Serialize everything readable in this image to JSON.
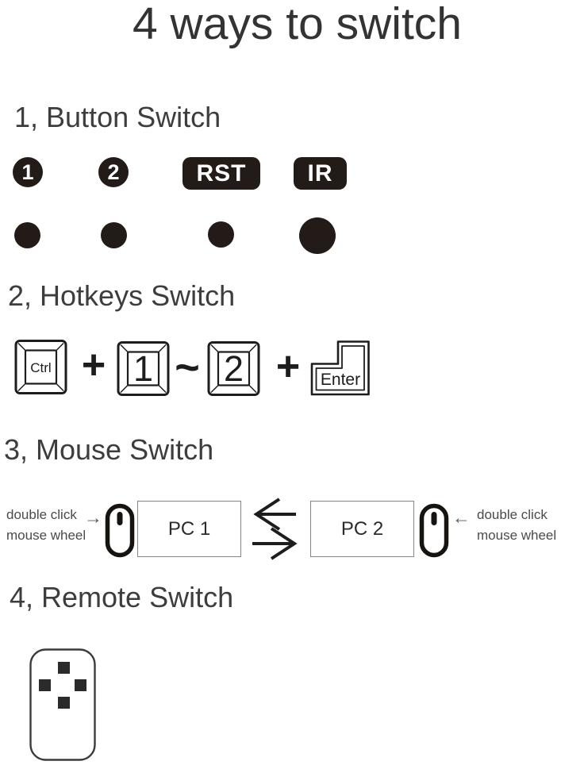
{
  "title": "4 ways to switch",
  "colors": {
    "ink": "#221b17",
    "heading_text": "#3d3d3d",
    "caption_text": "#4a4a4a",
    "box_border": "#858585",
    "background": "#ffffff"
  },
  "button_switch": {
    "heading": "1, Button Switch",
    "buttons": [
      {
        "label": "1",
        "shape": "circle"
      },
      {
        "label": "2",
        "shape": "circle"
      },
      {
        "label": "RST",
        "shape": "rounded-rect"
      },
      {
        "label": "IR",
        "shape": "rounded-rect"
      }
    ],
    "indicator_dots": [
      "small",
      "small",
      "small",
      "large"
    ]
  },
  "hotkeys_switch": {
    "heading": "2, Hotkeys Switch",
    "sequence": [
      "Ctrl",
      "+",
      "1",
      "~",
      "2",
      "+",
      "Enter"
    ],
    "keys": {
      "ctrl": "Ctrl",
      "one": "1",
      "two": "2",
      "enter": "Enter"
    },
    "operators": {
      "plus1": "+",
      "tilde": "~",
      "plus2": "+"
    }
  },
  "mouse_switch": {
    "heading": "3, Mouse Switch",
    "left_caption": {
      "line1": "double click",
      "line2": "mouse wheel",
      "arrow": "→"
    },
    "right_caption": {
      "line1": "double click",
      "line2": "mouse wheel",
      "arrow": "←"
    },
    "pc1_label": "PC 1",
    "pc2_label": "PC 2"
  },
  "remote_switch": {
    "heading": "4, Remote Switch",
    "button_count": 4
  }
}
